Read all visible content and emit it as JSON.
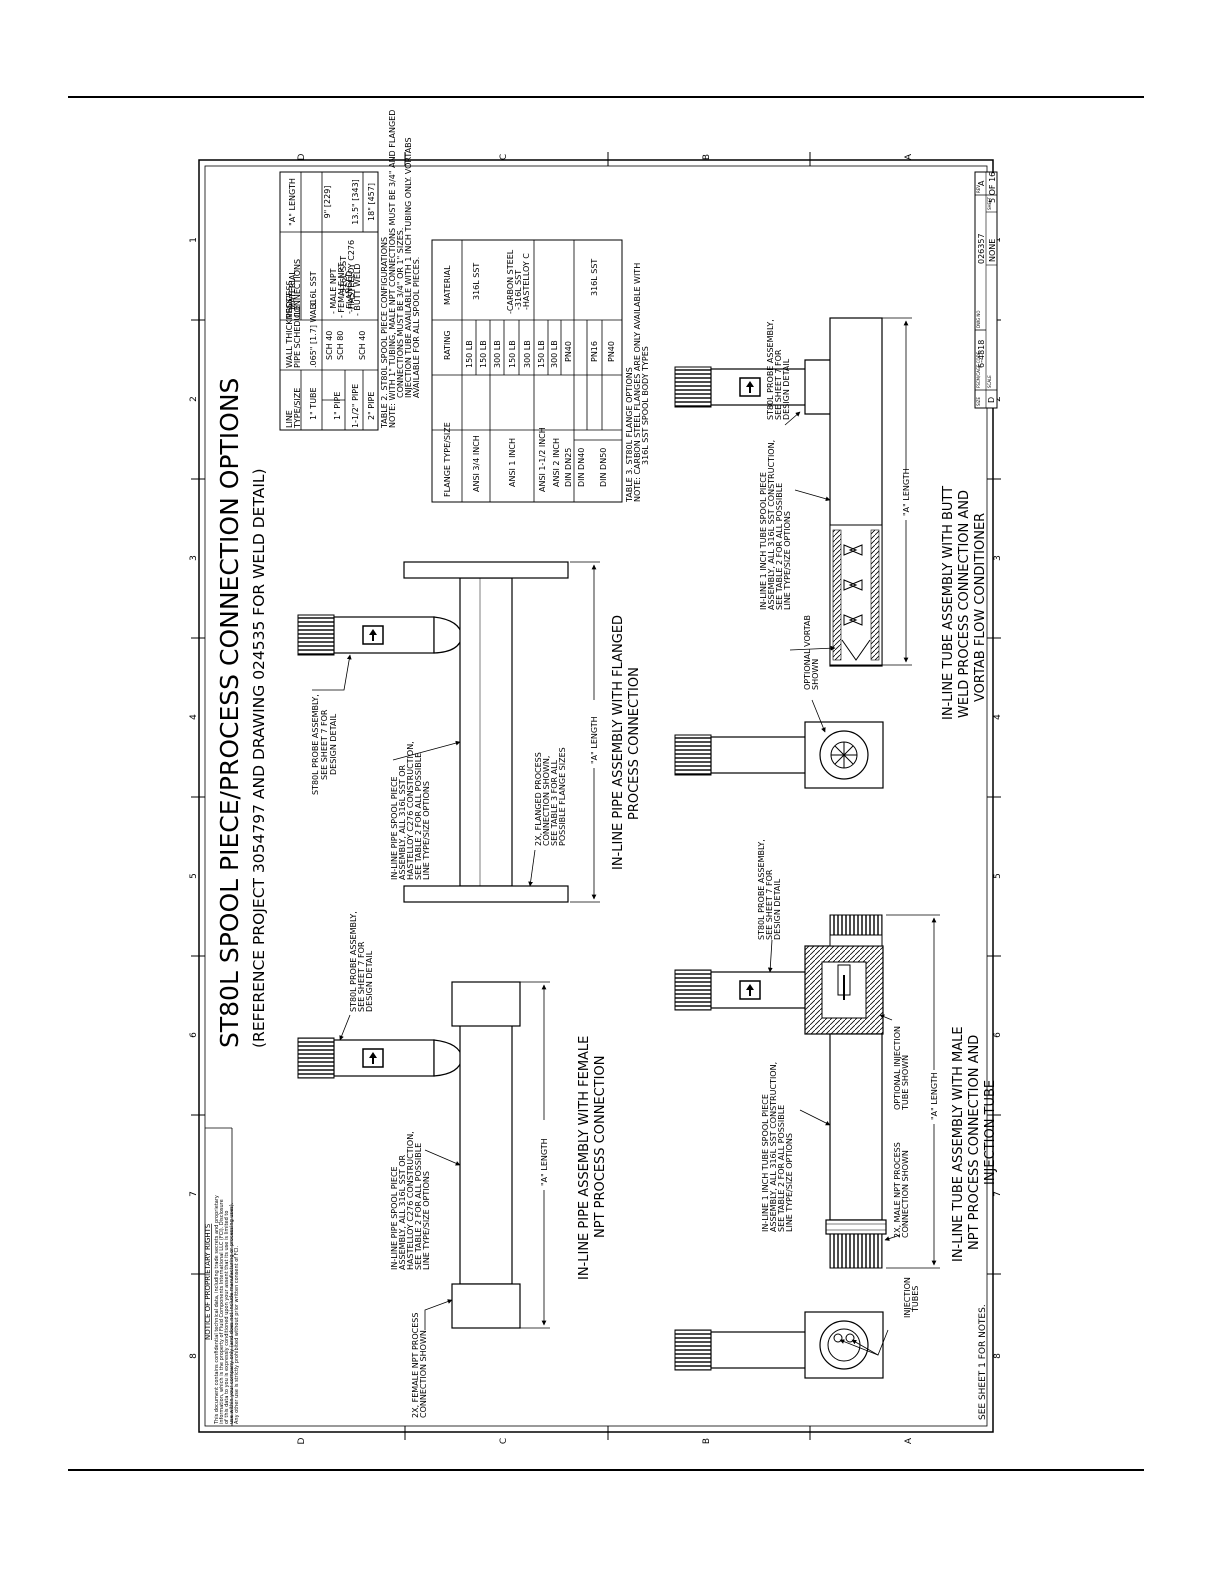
{
  "title": {
    "main": "ST80L SPOOL PIECE/PROCESS CONNECTION OPTIONS",
    "sub": "(REFERENCE PROJECT 3054797 AND DRAWING 024535 FOR WELD DETAIL)"
  },
  "grid": {
    "letters": [
      "D",
      "C",
      "B",
      "A"
    ],
    "numbers": [
      "1",
      "2",
      "3",
      "4",
      "5",
      "6",
      "7",
      "8"
    ]
  },
  "table2": {
    "headers": [
      [
        "LINE",
        "TYPE/SIZE"
      ],
      [
        "WALL THICKNESS/",
        "PIPE SCHEDULE"
      ],
      [
        "PROCESS",
        "CONNECTIONS"
      ],
      [
        "MATERIAL"
      ],
      [
        "\"A\" LENGTH"
      ]
    ],
    "sizes": [
      "1\" TUBE",
      "1\" PIPE",
      "1-1/2\" PIPE",
      "2\" PIPE"
    ],
    "walls": [
      ".065\" [1.7] WALL",
      "SCH 40",
      "SCH 80",
      "SCH 40"
    ],
    "process": [
      "- MALE NPT",
      "- FEMALE NPT",
      "- FLANGED",
      "- BUTT WELD"
    ],
    "material_tube": "316L SST",
    "material_pipe": [
      "-316L SST",
      "-HASTELLOY C276"
    ],
    "lengths": [
      "9\" [229]",
      "13.5\" [343]",
      "18\" [457]"
    ],
    "caption": "TABLE 2. ST80L SPOOL PIECE CONFIGURATIONS",
    "note": [
      "NOTE: WITH 1\" TUBING, MALE NPT CONNECTIONS MUST BE 3/4\" AND FLANGED",
      "CONNECTIONS MUST BE 3/4\" OR 1\" SIZES.",
      "INJECTION TUBE AVAILABLE WITH 1 INCH TUBING ONLY. VORTABS",
      "AVAILABLE FOR ALL SPOOL PIECES."
    ]
  },
  "table3": {
    "headers": [
      "FLANGE TYPE/SIZE",
      "RATING",
      "MATERIAL"
    ],
    "groups": [
      "ANSI 3/4 INCH",
      "ANSI 1 INCH",
      "ANSI 1-1/2 INCH",
      "ANSI 2 INCH"
    ],
    "ratings_ansi": [
      "150 LB",
      "150 LB",
      "300 LB",
      "150 LB",
      "300 LB",
      "150 LB",
      "300 LB"
    ],
    "din_sizes": [
      "DIN DN25",
      "DIN DN40",
      "DIN DN50"
    ],
    "din_ratings": [
      "PN40",
      "PN16",
      "PN40"
    ],
    "material_first": "316L SST",
    "material_mid": [
      "-CARBON STEEL",
      "-316L SST",
      "-HASTELLOY C"
    ],
    "material_din": "316L SST",
    "caption": "TABLE 3. ST80L FLANGE OPTIONS",
    "note": [
      "NOTE: CARBON STEEL FLANGES ARE ONLY AVAILABLE WITH",
      "316L SST SPOOL BODY TYPES"
    ]
  },
  "views": {
    "female": {
      "caption": [
        "IN-LINE PIPE ASSEMBLY WITH FEMALE",
        "NPT PROCESS CONNECTION"
      ],
      "probe_label": [
        "ST80L PROBE ASSEMBLY,",
        "SEE SHEET 7 FOR",
        "DESIGN DETAIL"
      ],
      "pipe_label": [
        "IN-LINE PIPE SPOOL PIECE",
        "ASSEMBLY, ALL 316L SST OR",
        "HASTELLOY C276 CONSTRUCTION,",
        "SEE TABLE 2 FOR ALL POSSIBLE",
        "LINE TYPE/SIZE OPTIONS"
      ],
      "conn_label": [
        "2X, FEMALE NPT PROCESS",
        "CONNECTION SHOWN"
      ],
      "length": "\"A\" LENGTH"
    },
    "flanged": {
      "caption": [
        "IN-LINE PIPE ASSEMBLY WITH FLANGED",
        "PROCESS CONNECTION"
      ],
      "probe_label": [
        "ST80L PROBE ASSEMBLY,",
        "SEE SHEET 7 FOR",
        "DESIGN DETAIL"
      ],
      "pipe_label": [
        "IN-LINE PIPE SPOOL PIECE",
        "ASSEMBLY, ALL 316L SST OR",
        "HASTELLOY C276 CONSTRUCTION,",
        "SEE TABLE 2 FOR ALL POSSIBLE",
        "LINE TYPE/SIZE OPTIONS"
      ],
      "flange_label": [
        "2X, FLANGED PROCESS",
        "CONNECTION SHOWN,",
        "SEE TABLE 3 FOR ALL",
        "POSSIBLE FLANGE SIZES"
      ],
      "length": "\"A\" LENGTH"
    },
    "male": {
      "caption": [
        "IN-LINE TUBE ASSEMBLY WITH MALE",
        "NPT PROCESS CONNECTION AND",
        "INJECTION TUBE"
      ],
      "probe_label": [
        "ST80L PROBE ASSEMBLY,",
        "SEE SHEET 7 FOR",
        "DESIGN DETAIL"
      ],
      "tube_label": [
        "IN-LINE 1 INCH TUBE SPOOL PIECE",
        "ASSEMBLY, ALL 316L SST CONSTRUCTION,",
        "SEE TABLE 2 FOR ALL POSSIBLE",
        "LINE TYPE/SIZE OPTIONS"
      ],
      "conn_label": [
        "2X, MALE NPT PROCESS",
        "CONNECTION SHOWN"
      ],
      "injection_label": [
        "OPTIONAL INJECTION",
        "TUBE SHOWN"
      ],
      "injection_tubes": [
        "INJECTION",
        "TUBES"
      ],
      "length": "\"A\" LENGTH"
    },
    "butt": {
      "caption": [
        "IN-LINE TUBE ASSEMBLY WITH BUTT",
        "WELD PROCESS CONNECTION AND",
        "VORTAB FLOW CONDITIONER"
      ],
      "probe_label": [
        "ST80L PROBE ASSEMBLY,",
        "SEE SHEET 7 FOR",
        "DESIGN DETAIL"
      ],
      "tube_label": [
        "IN-LINE 1 INCH TUBE SPOOL PIECE",
        "ASSEMBLY, ALL 316L SST CONSTRUCTION,",
        "SEE TABLE 2 FOR ALL POSSIBLE",
        "LINE TYPE/SIZE OPTIONS"
      ],
      "vortab_label": [
        "OPTIONAL VORTAB",
        "SHOWN"
      ],
      "length": "\"A\" LENGTH"
    }
  },
  "notice": {
    "title": "NOTICE OF PROPRIETARY RIGHTS",
    "body": [
      "This document contains confidential technical data, including trade secrets and proprietary",
      "information, which is the property of Fluid Components International LLC (FCI). Disclosure",
      "of this data to you is expressly conditioned upon your assent that its use is limited to",
      "use within your company only (and does not include manufacturing or processing uses).",
      "Any other use is strictly prohibited without prior written consent of FCI."
    ]
  },
  "see_notes": "SEE SHEET 1 FOR NOTES.",
  "title_block": {
    "size": "D",
    "cage": "6-4818",
    "dwg_no": "026357",
    "rev": "A",
    "scale": "NONE",
    "sheet": "5 OF 16",
    "labels": {
      "size": "SIZE",
      "cage": "FSCM/CAGE CODE",
      "dwg": "DWG NO",
      "rev": "REV",
      "scale": "SCALE",
      "sheet": "SHEET"
    }
  }
}
